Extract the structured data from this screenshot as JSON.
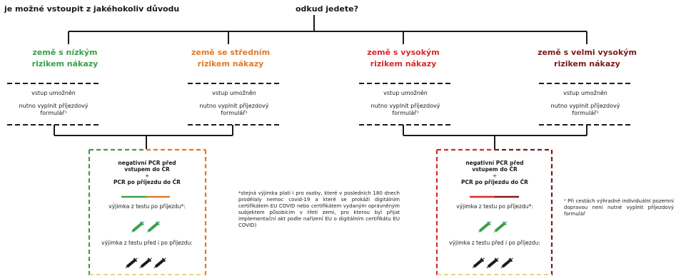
{
  "header": {
    "left_text": "je možné vstoupit z jakéhokoliv důvodu",
    "center_text": "odkud jedete?"
  },
  "regions": [
    {
      "label_line1": "země s nízkým",
      "label_line2": "rizikem nákazy",
      "color": "#3aa04a"
    },
    {
      "label_line1": "země se středním",
      "label_line2": "rizikem nákazy",
      "color": "#e07a28"
    },
    {
      "label_line1": "země s vysokým",
      "label_line2": "rizikem nákazy",
      "color": "#d62b2b"
    },
    {
      "label_line1": "země s velmi vysokým",
      "label_line2": "rizikem nákazy",
      "color": "#7a1a1a"
    }
  ],
  "region_info": {
    "entry": "vstup umožněn",
    "form_line1": "nutno vyplnit příjezdový",
    "form_line2": "formulář¹"
  },
  "card_left": {
    "line1": "negativní PCR před",
    "line2": "vstupem do ČR",
    "plus": "+",
    "line3": "PCR po příjezdu do ČR",
    "exemption1": "výjimka z testu po příjezdu*:",
    "exemption2": "výjimka z testu před i po příjezdu:"
  },
  "card_right": {
    "line1": "negativní PCR před",
    "line2": "vstupem do ČR",
    "plus": "+",
    "line3": "PCR po příjezdu do ČR",
    "exemption1": "výjimka z testu po příjezdu*:",
    "exemption2": "výjimka z testu před i po příjezdu:"
  },
  "footnote_star": "*stejná výjimka platí i pro osoby, které v posledních 180 dnech prodělaly nemoc covid-19 a které se prokáží digitálním certifikátem EU COVID nebo certifikátem vydaným oprávněným subjektem působícím v třetí zemi, pro kterou byl přijat implementační akt podle nařízení EU o digitálním certifikátu EU COVID)",
  "footnote_one": "¹ Při cestách výhradně individuální pozemní dopravou není nutné vyplnit příjezdový formulář",
  "icons": {
    "vaccine": "syringe-icon"
  }
}
